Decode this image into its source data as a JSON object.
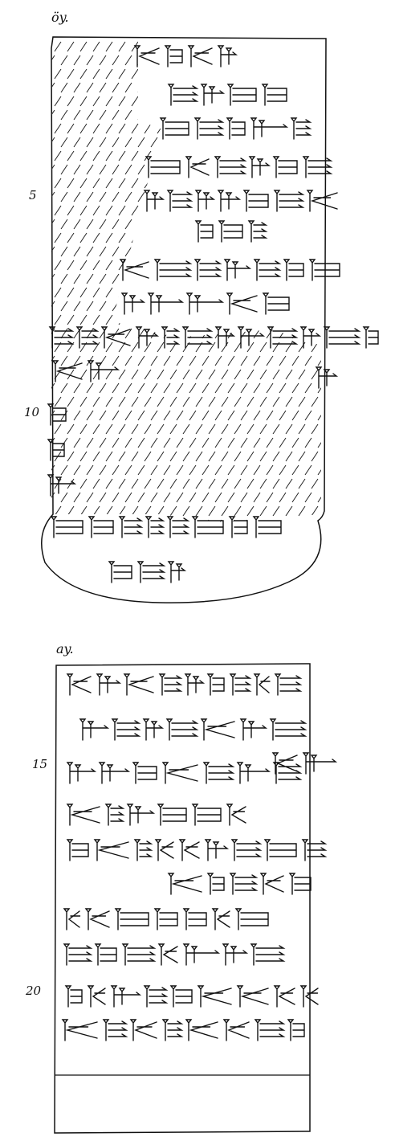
{
  "faces": {
    "obverse": {
      "label": "öy."
    },
    "reverse": {
      "label": "ay."
    }
  },
  "line_numbers": {
    "l5": "5",
    "l10": "10",
    "l15": "15",
    "l20": "20"
  },
  "colors": {
    "ink": "#111111",
    "paper": "#ffffff"
  }
}
